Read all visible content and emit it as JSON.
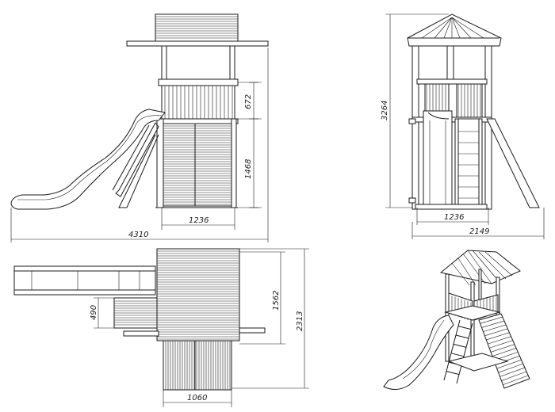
{
  "dimensions": {
    "side_upper_height": "672",
    "side_lower_height": "1468",
    "side_base_width": "1236",
    "side_total_width": "4310",
    "front_total_height": "3264",
    "front_base_width": "1236",
    "front_total_width": "2149",
    "top_step_width": "490",
    "top_tower_depth": "1562",
    "top_total_depth": "2313",
    "top_ramp_width": "1060"
  }
}
